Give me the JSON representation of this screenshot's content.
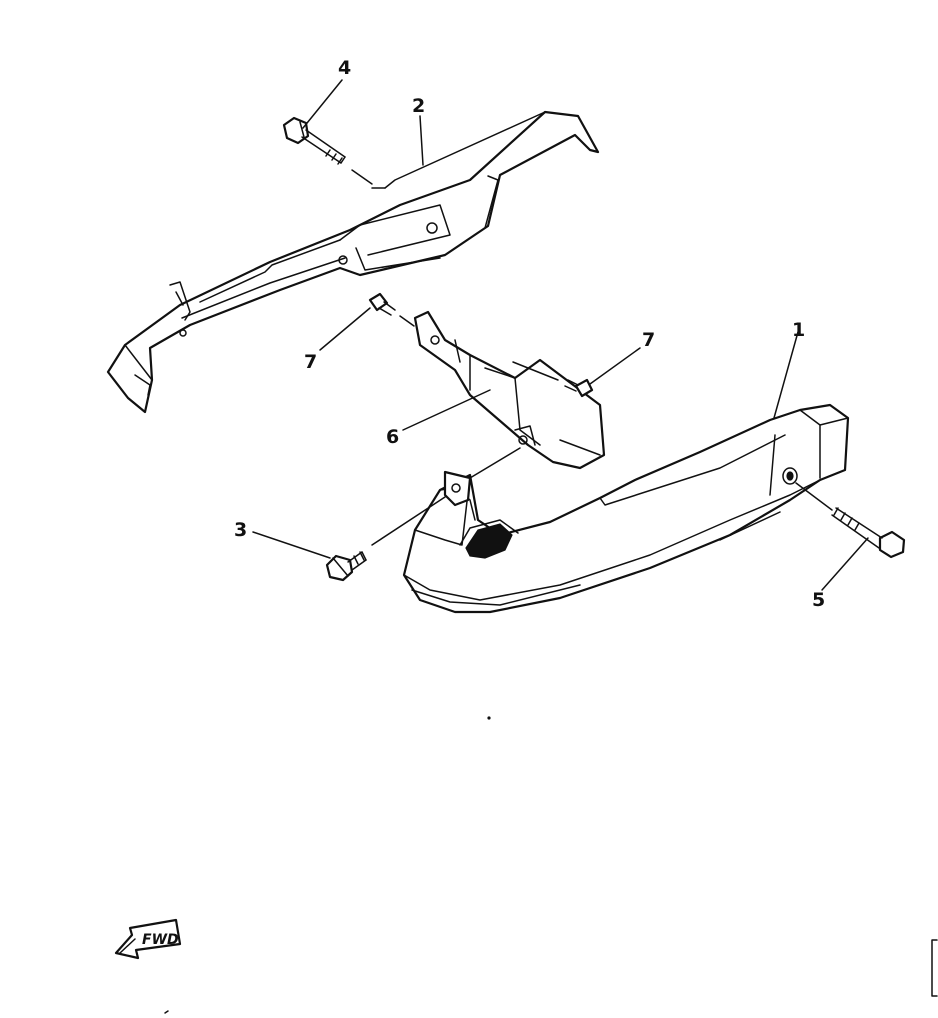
{
  "callouts": [
    {
      "id": "1",
      "label": "1"
    },
    {
      "id": "2",
      "label": "2"
    },
    {
      "id": "3",
      "label": "3"
    },
    {
      "id": "4",
      "label": "4"
    },
    {
      "id": "5",
      "label": "5"
    },
    {
      "id": "6",
      "label": "6"
    },
    {
      "id": "7a",
      "label": "7"
    },
    {
      "id": "7b",
      "label": "7"
    }
  ],
  "fwd_badge": {
    "label": "FWD"
  }
}
